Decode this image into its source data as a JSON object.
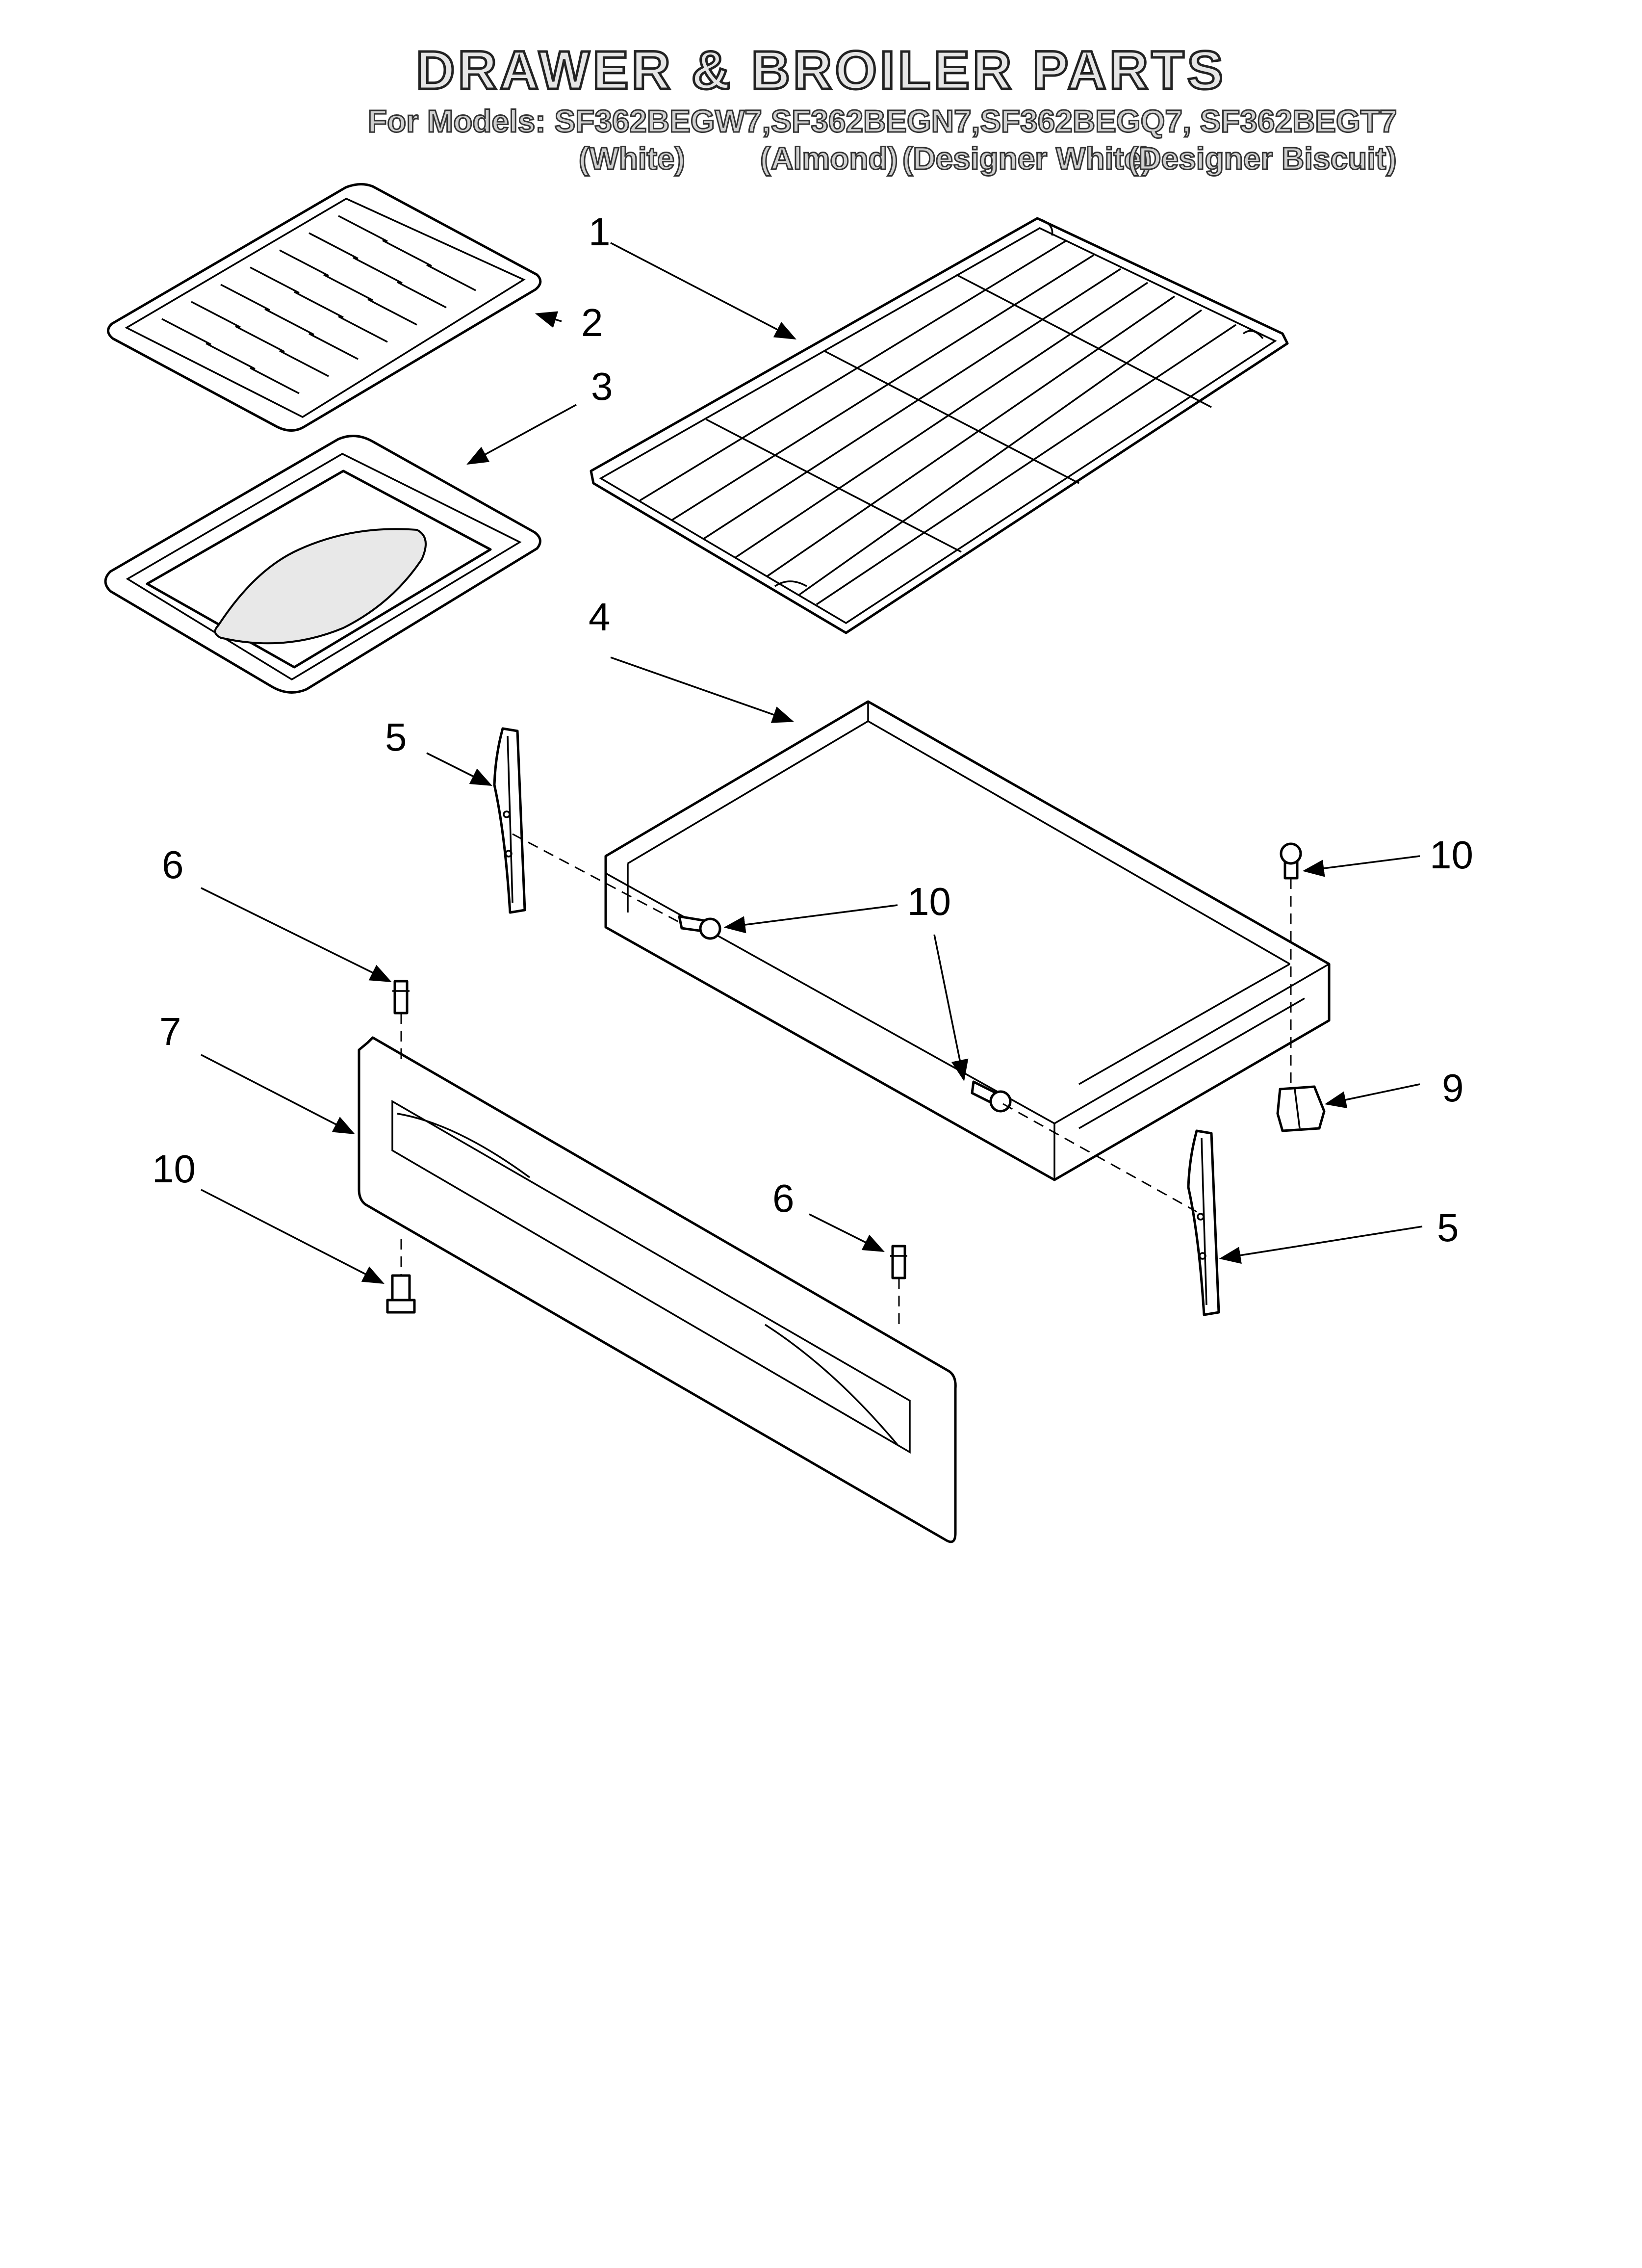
{
  "header": {
    "title": "DRAWER & BROILER PARTS",
    "models_line": "For Models: SF362BEGW7,SF362BEGN7,SF362BEGQ7, SF362BEGT7",
    "color_labels": [
      "(White)",
      "(Almond)",
      "(Designer White)",
      "(Designer Biscuit)"
    ]
  },
  "callouts": {
    "c1": "1",
    "c2": "2",
    "c3": "3",
    "c4": "4",
    "c5_left": "5",
    "c5_right": "5",
    "c6_left": "6",
    "c6_right": "6",
    "c7": "7",
    "c9": "9",
    "c10_center": "10",
    "c10_right": "10",
    "c10_left": "10"
  }
}
